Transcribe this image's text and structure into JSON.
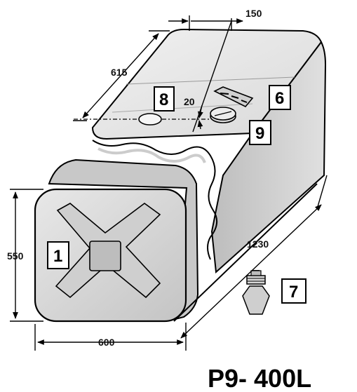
{
  "dimensions": {
    "height": "550",
    "width": "600",
    "length": "1230",
    "top_length": "615",
    "top_offset": "150",
    "small": "20"
  },
  "callouts": {
    "front_face": "1",
    "cap": "6",
    "plug": "7",
    "sensor_hole": "8",
    "filler": "9"
  },
  "model": "P9- 400L",
  "colors": {
    "tank_top": "#e6e6e6",
    "tank_side": "#cfcfcf",
    "front": "#d6d6d6",
    "outline": "#000000"
  }
}
